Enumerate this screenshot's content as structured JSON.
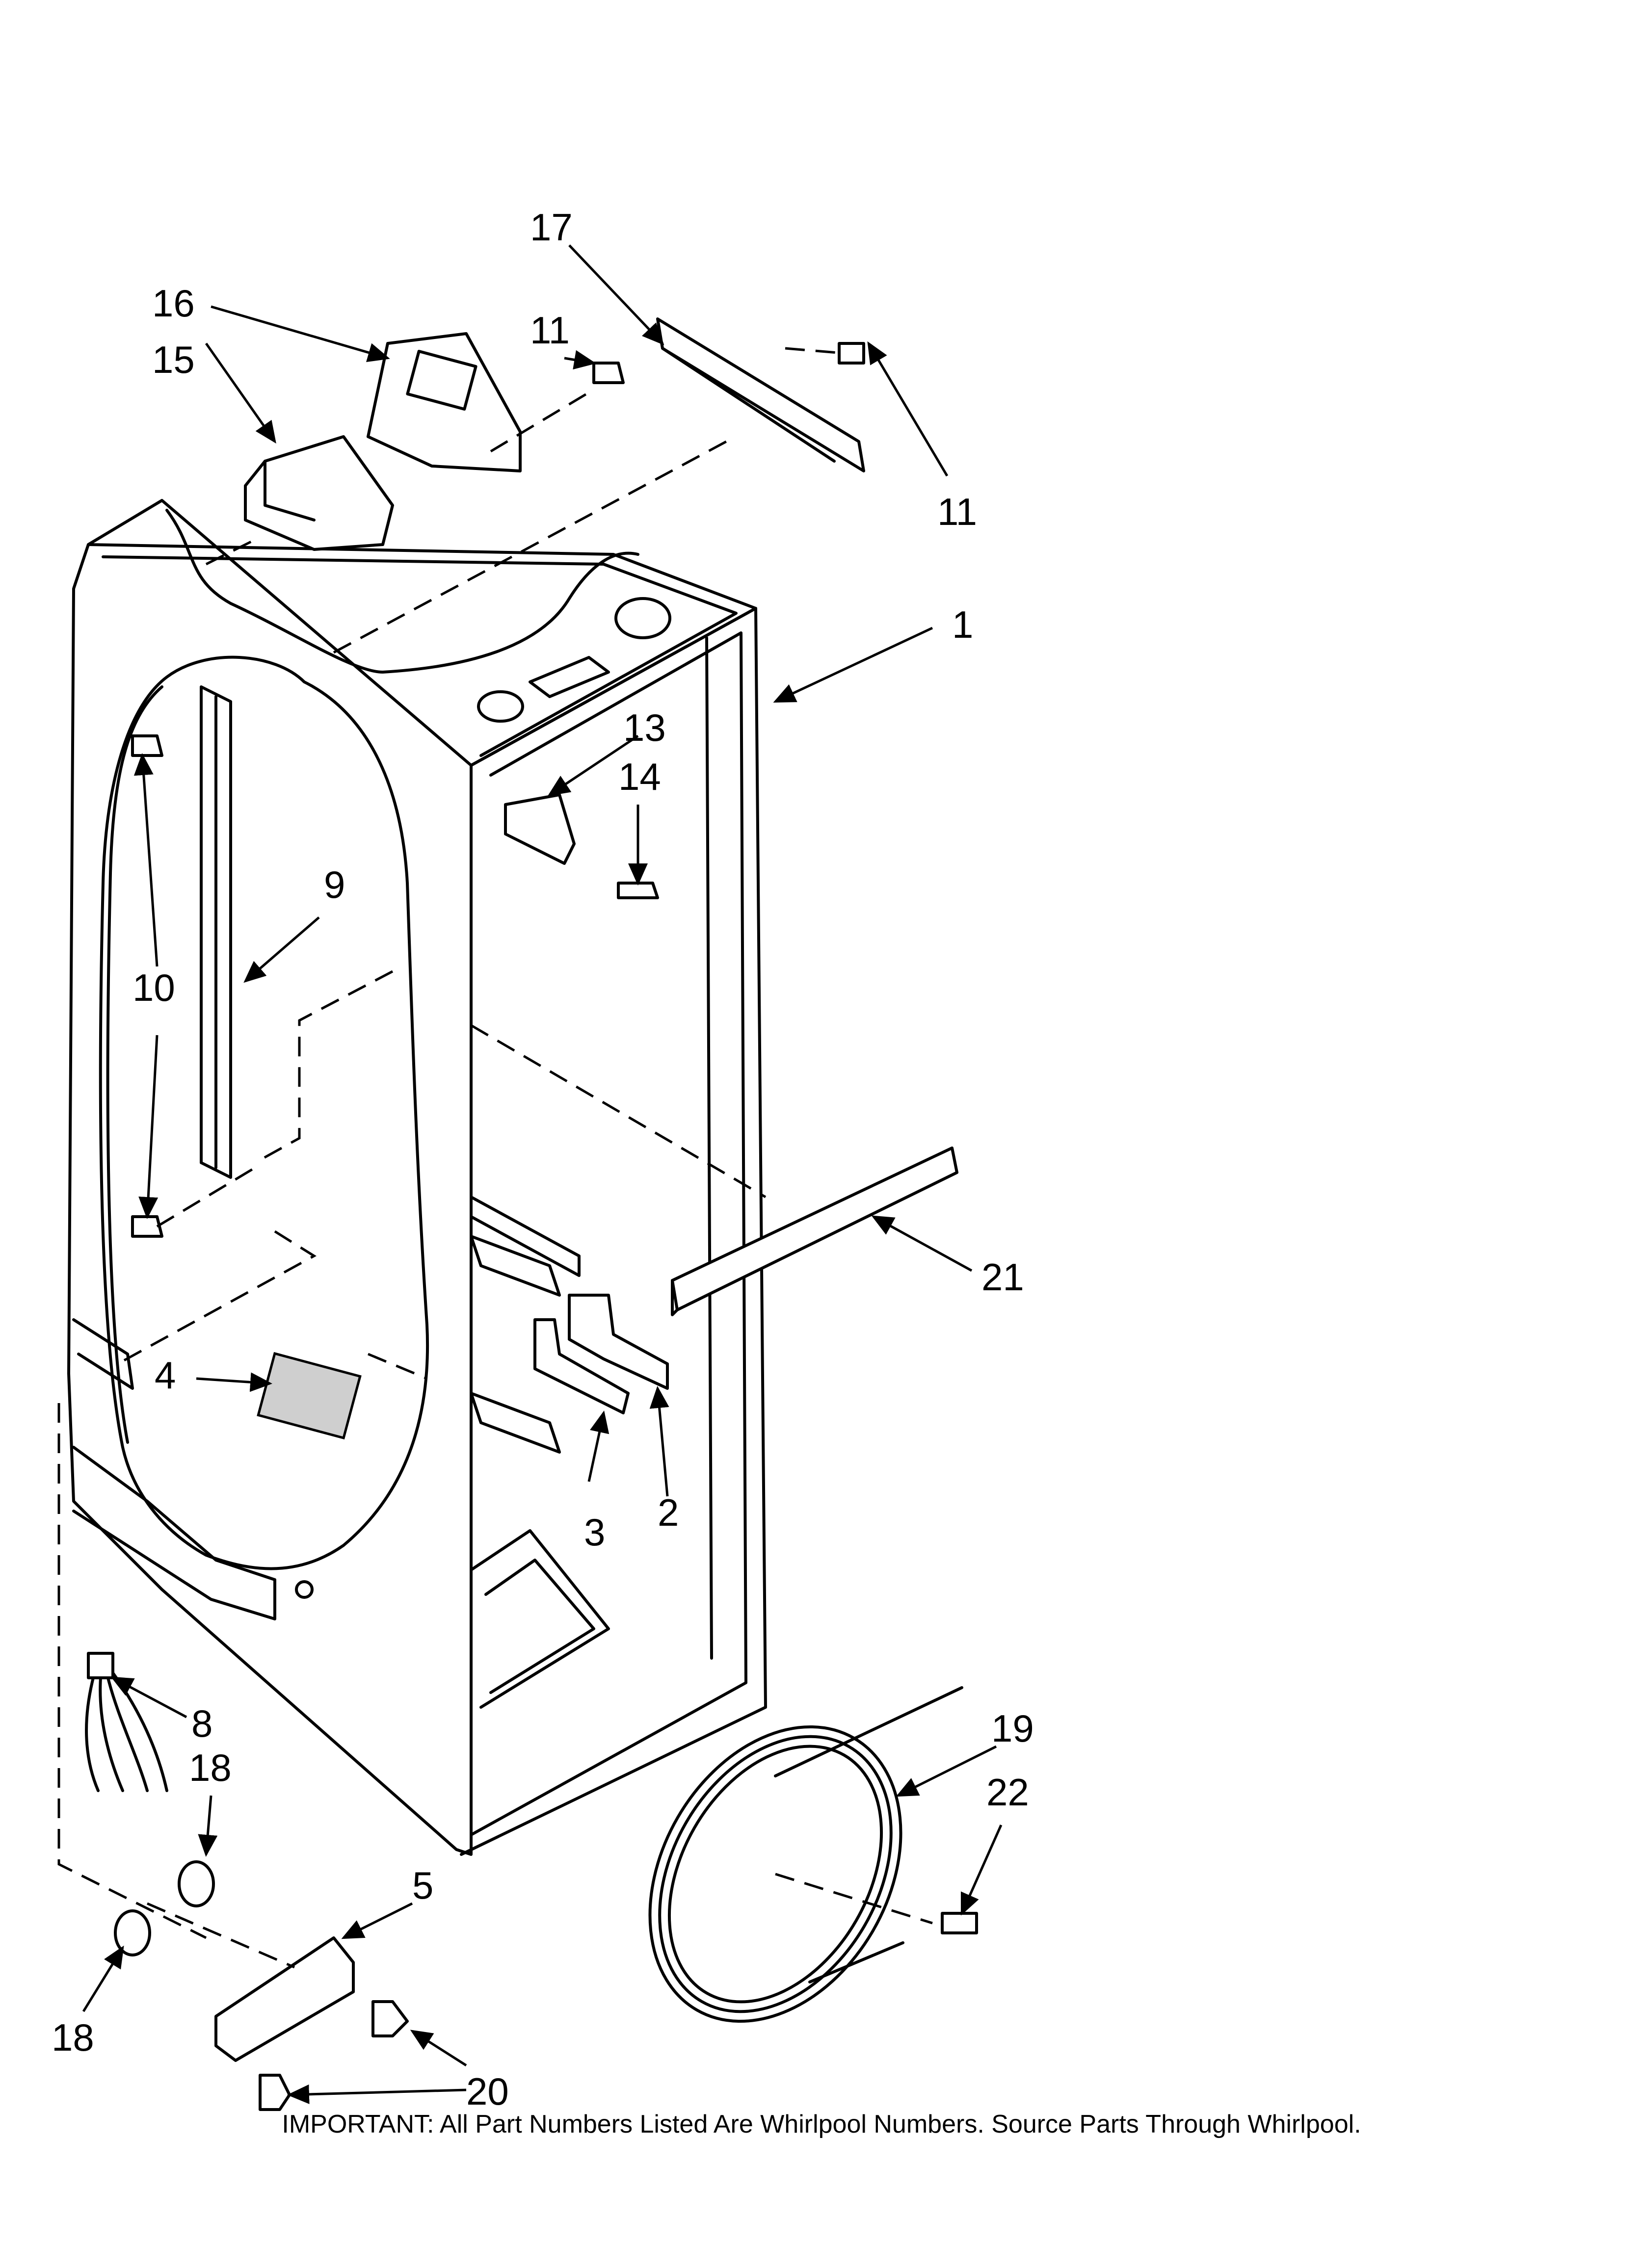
{
  "diagram": {
    "callouts": [
      {
        "id": "c17",
        "label": "17"
      },
      {
        "id": "c16",
        "label": "16"
      },
      {
        "id": "c15",
        "label": "15"
      },
      {
        "id": "c11a",
        "label": "11"
      },
      {
        "id": "c11b",
        "label": "11"
      },
      {
        "id": "c1",
        "label": "1"
      },
      {
        "id": "c13",
        "label": "13"
      },
      {
        "id": "c14",
        "label": "14"
      },
      {
        "id": "c9",
        "label": "9"
      },
      {
        "id": "c10",
        "label": "10"
      },
      {
        "id": "c21",
        "label": "21"
      },
      {
        "id": "c4",
        "label": "4"
      },
      {
        "id": "c3",
        "label": "3"
      },
      {
        "id": "c2",
        "label": "2"
      },
      {
        "id": "c8",
        "label": "8"
      },
      {
        "id": "c18a",
        "label": "18"
      },
      {
        "id": "c19",
        "label": "19"
      },
      {
        "id": "c22",
        "label": "22"
      },
      {
        "id": "c5",
        "label": "5"
      },
      {
        "id": "c18b",
        "label": "18"
      },
      {
        "id": "c20",
        "label": "20"
      }
    ]
  },
  "footer": {
    "note": "IMPORTANT: All Part Numbers Listed Are Whirlpool Numbers. Source Parts Through Whirlpool."
  }
}
